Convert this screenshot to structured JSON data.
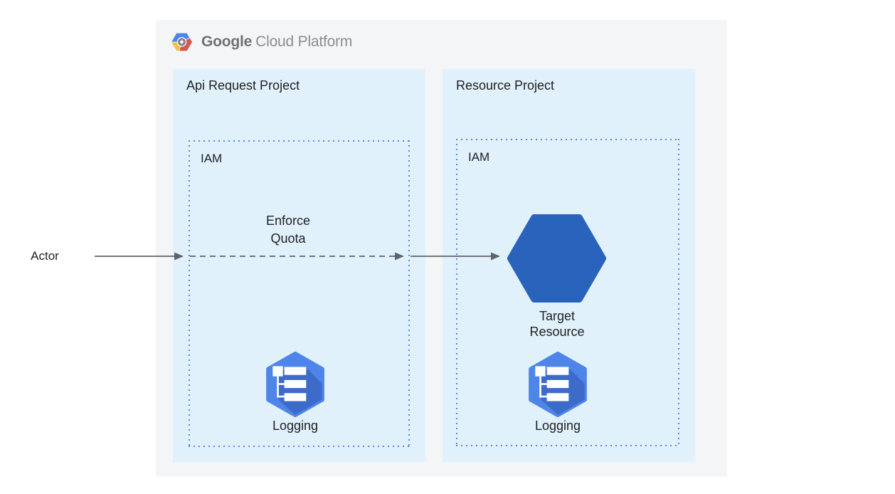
{
  "logo": {
    "brand": "Google",
    "product": "Cloud Platform"
  },
  "actor": {
    "label": "Actor"
  },
  "flow": {
    "label_line1": "Enforce",
    "label_line2": "Quota",
    "arrow_style": "solid from actor, dashed across IAM boundary, solid into target resource"
  },
  "projects": {
    "left": {
      "title": "Api Request Project",
      "iam": "IAM",
      "logging": "Logging"
    },
    "right": {
      "title": "Resource Project",
      "iam": "IAM",
      "logging": "Logging",
      "target_line1": "Target",
      "target_line2": "Resource"
    }
  },
  "icons": {
    "gcp_logo_icon": "google-cloud-platform-hexagon-logo",
    "logging_icon": "gcp-logging-hexagon-with-log-tree-glyph",
    "target_resource_icon": "blue-rounded-hexagon"
  },
  "colors": {
    "container_bg": "#f4f5f6",
    "project_bg": "#e1f1fb",
    "dotted_border": "#5c84e8",
    "arrow": "#5f6368",
    "text": "#202124",
    "target_hexagon": "#2a63bc",
    "logging_hexagon": "#4e85e8",
    "logging_shadow": "#3d6bca",
    "logo_gray": "#6d7176",
    "logo_light_gray": "#8a8e93",
    "logo_blue": "#4b86f0",
    "logo_red": "#d9534f",
    "logo_yellow": "#f4c245",
    "ring_gray": "#7f8388"
  }
}
